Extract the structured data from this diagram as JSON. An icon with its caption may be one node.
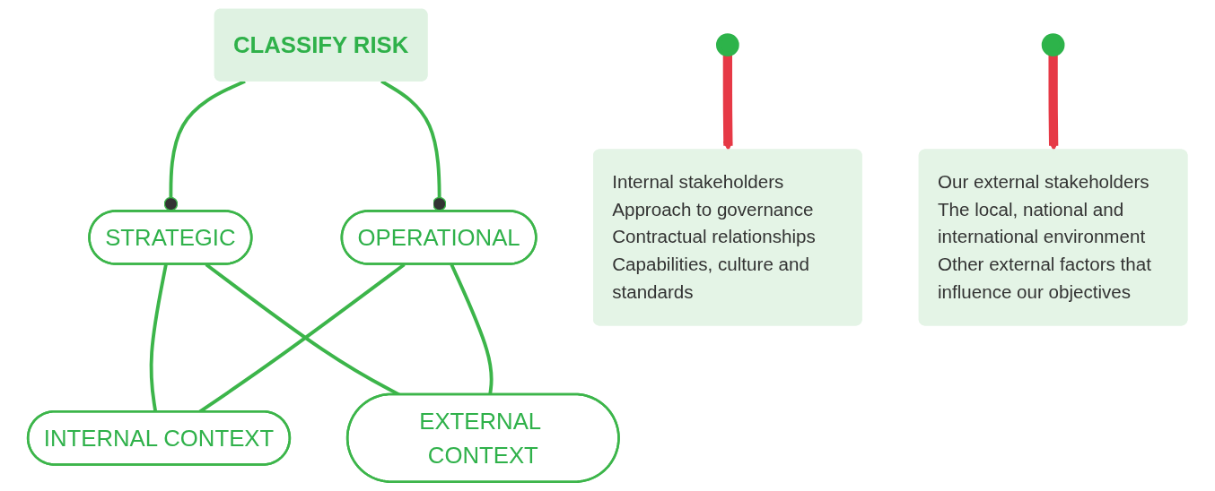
{
  "diagram": {
    "nodes": [
      {
        "text": [
          "CLASSIFY RISK"
        ]
      },
      {
        "text": [
          "STRATEGIC"
        ]
      },
      {
        "text": [
          "INTERNAL CONTEXT"
        ]
      },
      {
        "text": [
          "EXTERNAL CONTEXT"
        ]
      },
      {
        "text": [
          "OPERATIONAL"
        ]
      },
      {
        "text": [],
        "shape": "circle"
      },
      {
        "text": [],
        "shape": "circle"
      },
      {
        "text": [
          "Internal stakeholders",
          "Approach to governance",
          "Contractual relationships",
          "Capabilities, culture and standards"
        ]
      },
      {
        "text": [
          "Our external stakeholders",
          "The local, national and international environment",
          "Other external factors that influence our objectives"
        ]
      }
    ],
    "edges": [
      {
        "from": 0,
        "to": 1,
        "arrow": "other"
      },
      {
        "from": 0,
        "to": 4,
        "arrow": "other"
      },
      {
        "from": 1,
        "to": 2,
        "arrow": "none"
      },
      {
        "from": 1,
        "to": 3,
        "arrow": "none"
      },
      {
        "from": 4,
        "to": 2,
        "arrow": "none"
      },
      {
        "from": 4,
        "to": 3,
        "arrow": "none"
      },
      {
        "from": 5,
        "to": 7,
        "arrow": "to",
        "style": "thick",
        "color": "#e63946"
      },
      {
        "from": 6,
        "to": 8,
        "arrow": "to",
        "style": "thick",
        "color": "#e63946"
      }
    ]
  }
}
